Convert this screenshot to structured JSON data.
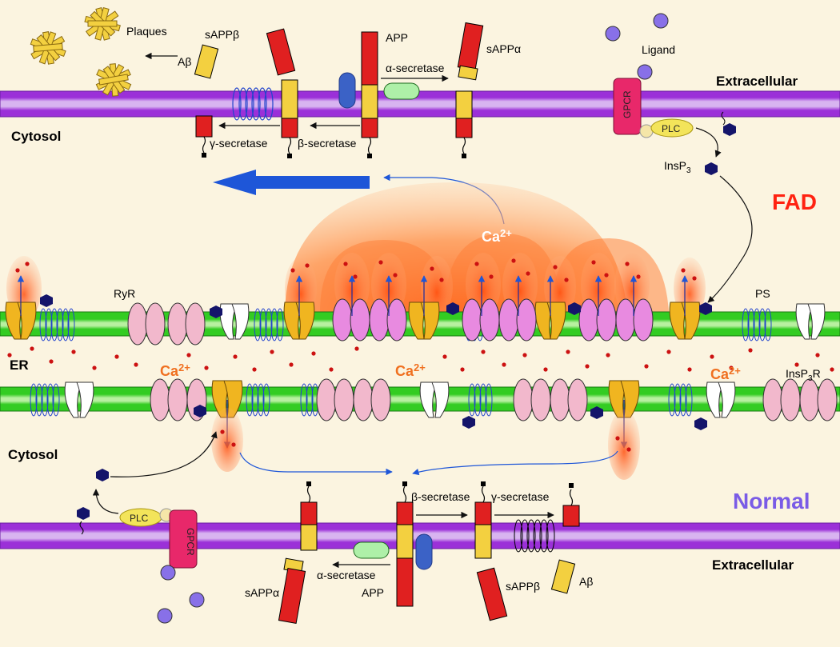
{
  "colors": {
    "background": "#fbf4e0",
    "plasma_membrane": "#9b30d8",
    "plasma_membrane_light": "#d8b4f0",
    "er_membrane": "#33cc22",
    "er_membrane_light": "#b8f0a0",
    "app_red": "#e02020",
    "app_yellow": "#f3d040",
    "calcium_dot": "#cc1111",
    "fad_title": "#ff2211",
    "normal_title": "#7a5be6",
    "calcium_label": "#f07020",
    "ligand": "#8870e8",
    "insp3": "#14146a",
    "flow_arrow": "#1e56d8"
  },
  "top": {
    "plaques": "Plaques",
    "abeta": "Aβ",
    "sappb": "sAPPβ",
    "app": "APP",
    "sappa": "sAPPα",
    "alpha_secretase": "α-secretase",
    "ligand": "Ligand",
    "extracellular": "Extracellular",
    "cytosol": "Cytosol",
    "gamma_secretase": "γ-secretase",
    "beta_secretase": "β-secretase",
    "gpcr": "GPCR",
    "plc": "PLC",
    "insp3_base": "InsP",
    "insp3_sub": "3"
  },
  "middle": {
    "fad": "FAD",
    "ca_base": "Ca",
    "ca_sup": "2+",
    "ryr": "RyR",
    "ps": "PS",
    "er": "ER",
    "insp3r_base": "InsP",
    "insp3r_sub": "3",
    "insp3r_tail": "R"
  },
  "bottom": {
    "cytosol": "Cytosol",
    "normal": "Normal",
    "plc": "PLC",
    "gpcr": "GPCR",
    "beta_secretase": "β-secretase",
    "gamma_secretase": "γ-secretase",
    "alpha_secretase": "α-secretase",
    "app": "APP",
    "sappa": "sAPPα",
    "sappb": "sAPPβ",
    "abeta": "Aβ",
    "extracellular": "Extracellular"
  }
}
